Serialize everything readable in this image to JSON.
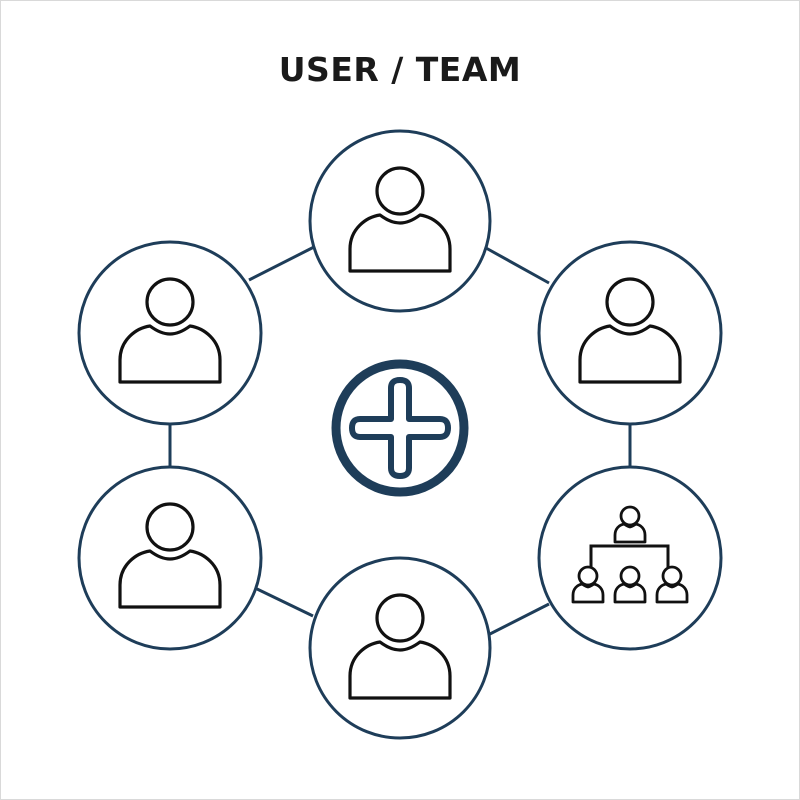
{
  "title": "USER / TEAM",
  "colors": {
    "ring": "#1e3d59",
    "icon_stroke": "#111111",
    "background": "#ffffff"
  },
  "nodes": [
    {
      "id": "top",
      "icon": "user-icon"
    },
    {
      "id": "upper-right",
      "icon": "user-icon"
    },
    {
      "id": "lower-right",
      "icon": "team-icon"
    },
    {
      "id": "bottom",
      "icon": "user-icon"
    },
    {
      "id": "lower-left",
      "icon": "user-icon"
    },
    {
      "id": "upper-left",
      "icon": "user-icon"
    }
  ],
  "center": {
    "icon": "plus-icon"
  }
}
